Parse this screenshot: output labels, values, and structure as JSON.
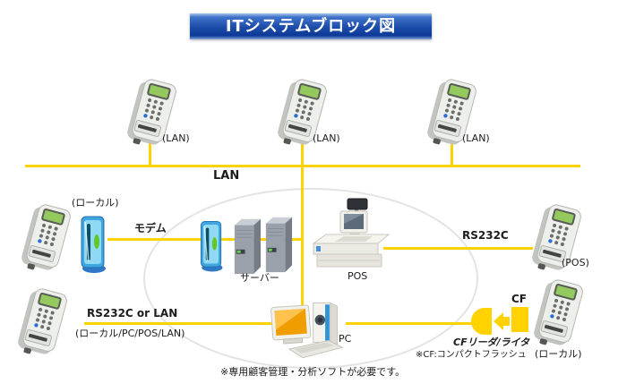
{
  "title": "ITシステムブロック図",
  "colors": {
    "line_yellow": "#ffd200",
    "banner_blue": "#16409e",
    "terminal_screen_green": "#94ca5d",
    "modem_blue": "#3fa6e0",
    "server_gray": "#9aa1ab",
    "pc_screen_orange": "#f09d00",
    "ellipse_gray": "#e3e3e3"
  },
  "lan": {
    "bus_label": "LAN",
    "terminal_labels": [
      "(LAN)",
      "(LAN)",
      "(LAN)"
    ]
  },
  "modem_link": {
    "device_label": "(ローカル)",
    "line_label": "モデム"
  },
  "server": {
    "label": "サーバー"
  },
  "pos_link": {
    "pos_label": "POS",
    "line_label": "RS232C",
    "terminal_label": "(POS)"
  },
  "pc_link": {
    "line_label": "RS232C or LAN",
    "device_label": "(ローカル/PC/POS/LAN)",
    "pc_label": "PC"
  },
  "cf_link": {
    "card_label": "CF",
    "reader_label": "CFリーダ/ライタ",
    "cf_note": "※CF:コンパクトフラッシュ",
    "terminal_label": "(ローカル)"
  },
  "footnote": "※専用顧客管理・分析ソフトが必要です。"
}
